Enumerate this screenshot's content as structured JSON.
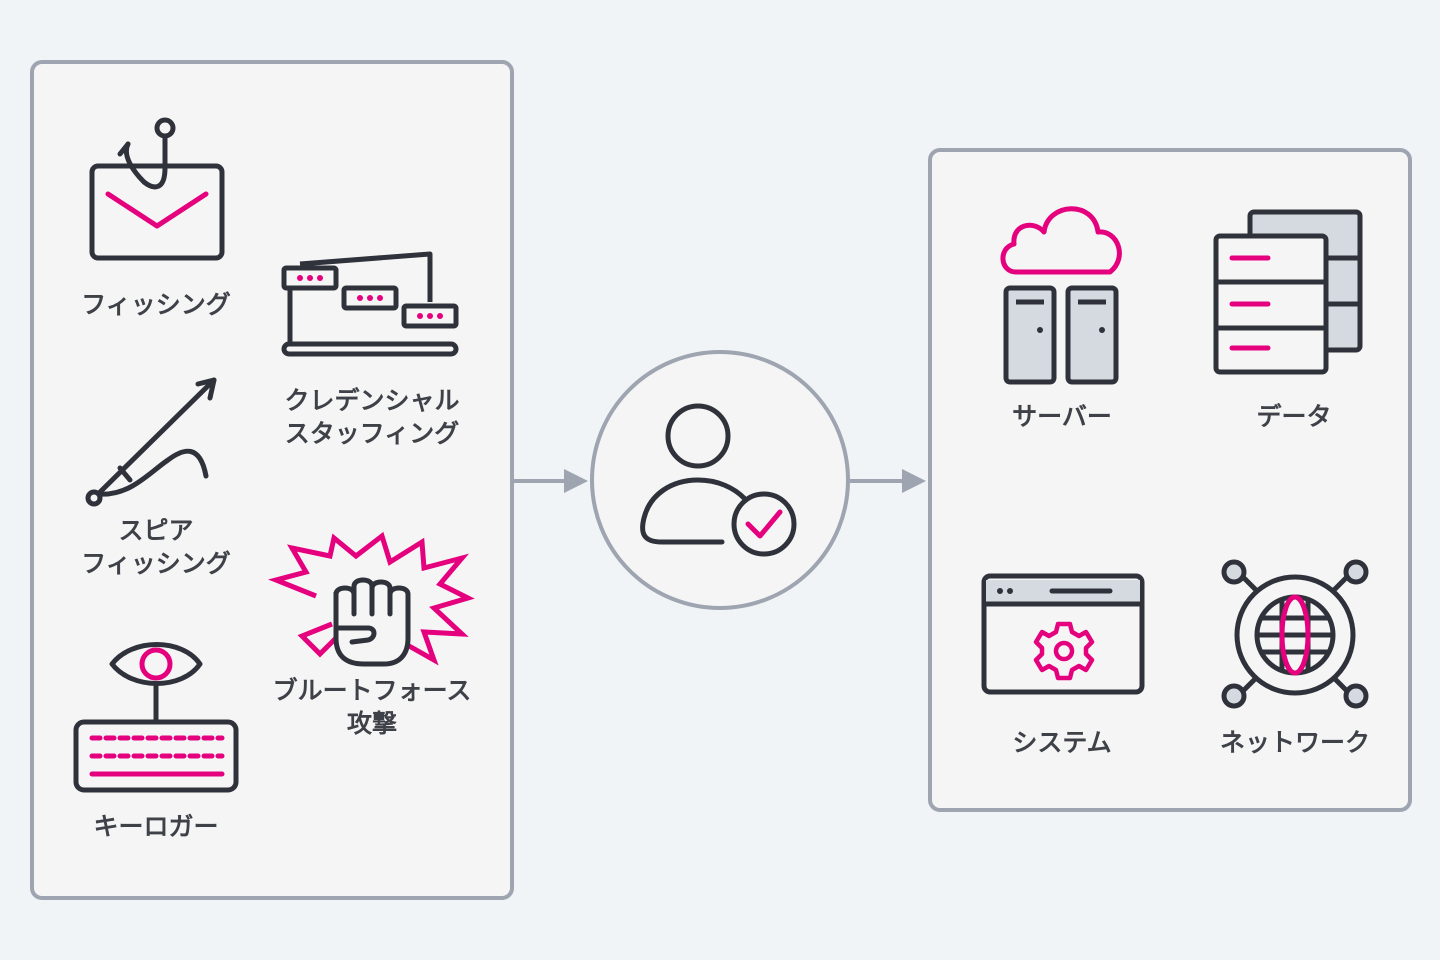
{
  "attacks": {
    "phishing": {
      "label": "フィッシング",
      "icon": "phishing-email-icon"
    },
    "credential_stuffing": {
      "line1": "クレデンシャル",
      "line2": "スタッフィング",
      "icon": "credential-laptop-icon"
    },
    "spear_phishing": {
      "line1": "スピア",
      "line2": "フィッシング",
      "icon": "spear-hook-icon"
    },
    "brute_force": {
      "line1": "ブルートフォース",
      "line2": "攻撃",
      "icon": "fist-burst-icon"
    },
    "keylogger": {
      "label": "キーロガー",
      "icon": "eye-keyboard-icon"
    }
  },
  "center": {
    "icon": "verified-user-icon"
  },
  "resources": {
    "server": {
      "label": "サーバー",
      "icon": "cloud-server-icon"
    },
    "data": {
      "label": "データ",
      "icon": "database-stack-icon"
    },
    "system": {
      "label": "システム",
      "icon": "app-window-gear-icon"
    },
    "network": {
      "label": "ネットワーク",
      "icon": "globe-network-icon"
    }
  },
  "colors": {
    "accent": "#e5007e",
    "stroke": "#2f323a",
    "panel_border": "#9ea4b0",
    "arrow": "#9ea4b0",
    "background": "#f1f4f7"
  }
}
